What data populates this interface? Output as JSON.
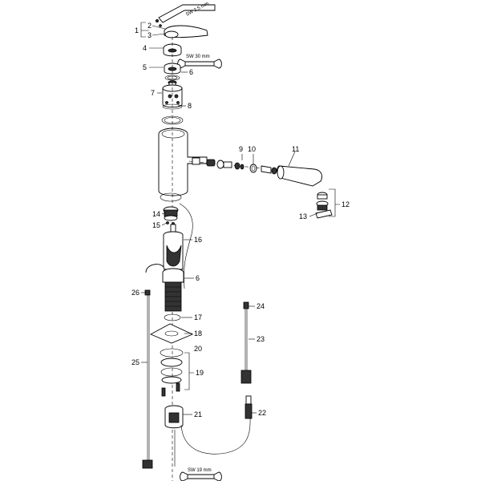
{
  "labels": {
    "l1": "1",
    "l2": "2",
    "l3": "3",
    "l4": "4",
    "l5": "5",
    "l6a": "6",
    "l6b": "6",
    "l7": "7",
    "l8": "8",
    "l9": "9",
    "l10": "10",
    "l11": "11",
    "l12": "12",
    "l13": "13",
    "l14": "14",
    "l15": "15",
    "l16": "16",
    "l17": "17",
    "l18": "18",
    "l19": "19",
    "l20": "20",
    "l21": "21",
    "l22": "22",
    "l23": "23",
    "l24": "24",
    "l25": "25",
    "l26": "26"
  },
  "tools": {
    "hex_key": "SW 2,5 mm",
    "wrench_top": "SW 30 mm",
    "wrench_bottom": "SW 19 mm"
  }
}
